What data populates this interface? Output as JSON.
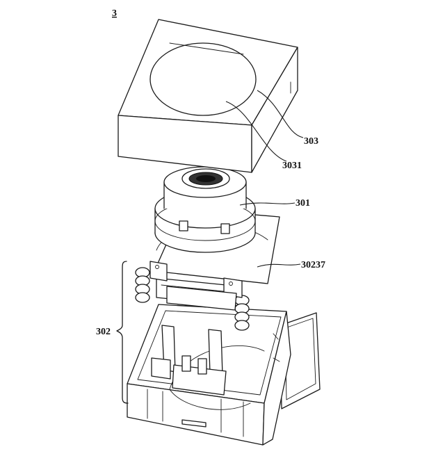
{
  "figure": {
    "number": "3",
    "labels": {
      "cover": "303",
      "cover_window": "3031",
      "lens": "301",
      "carrier": "30237",
      "base_assembly": "302"
    }
  }
}
